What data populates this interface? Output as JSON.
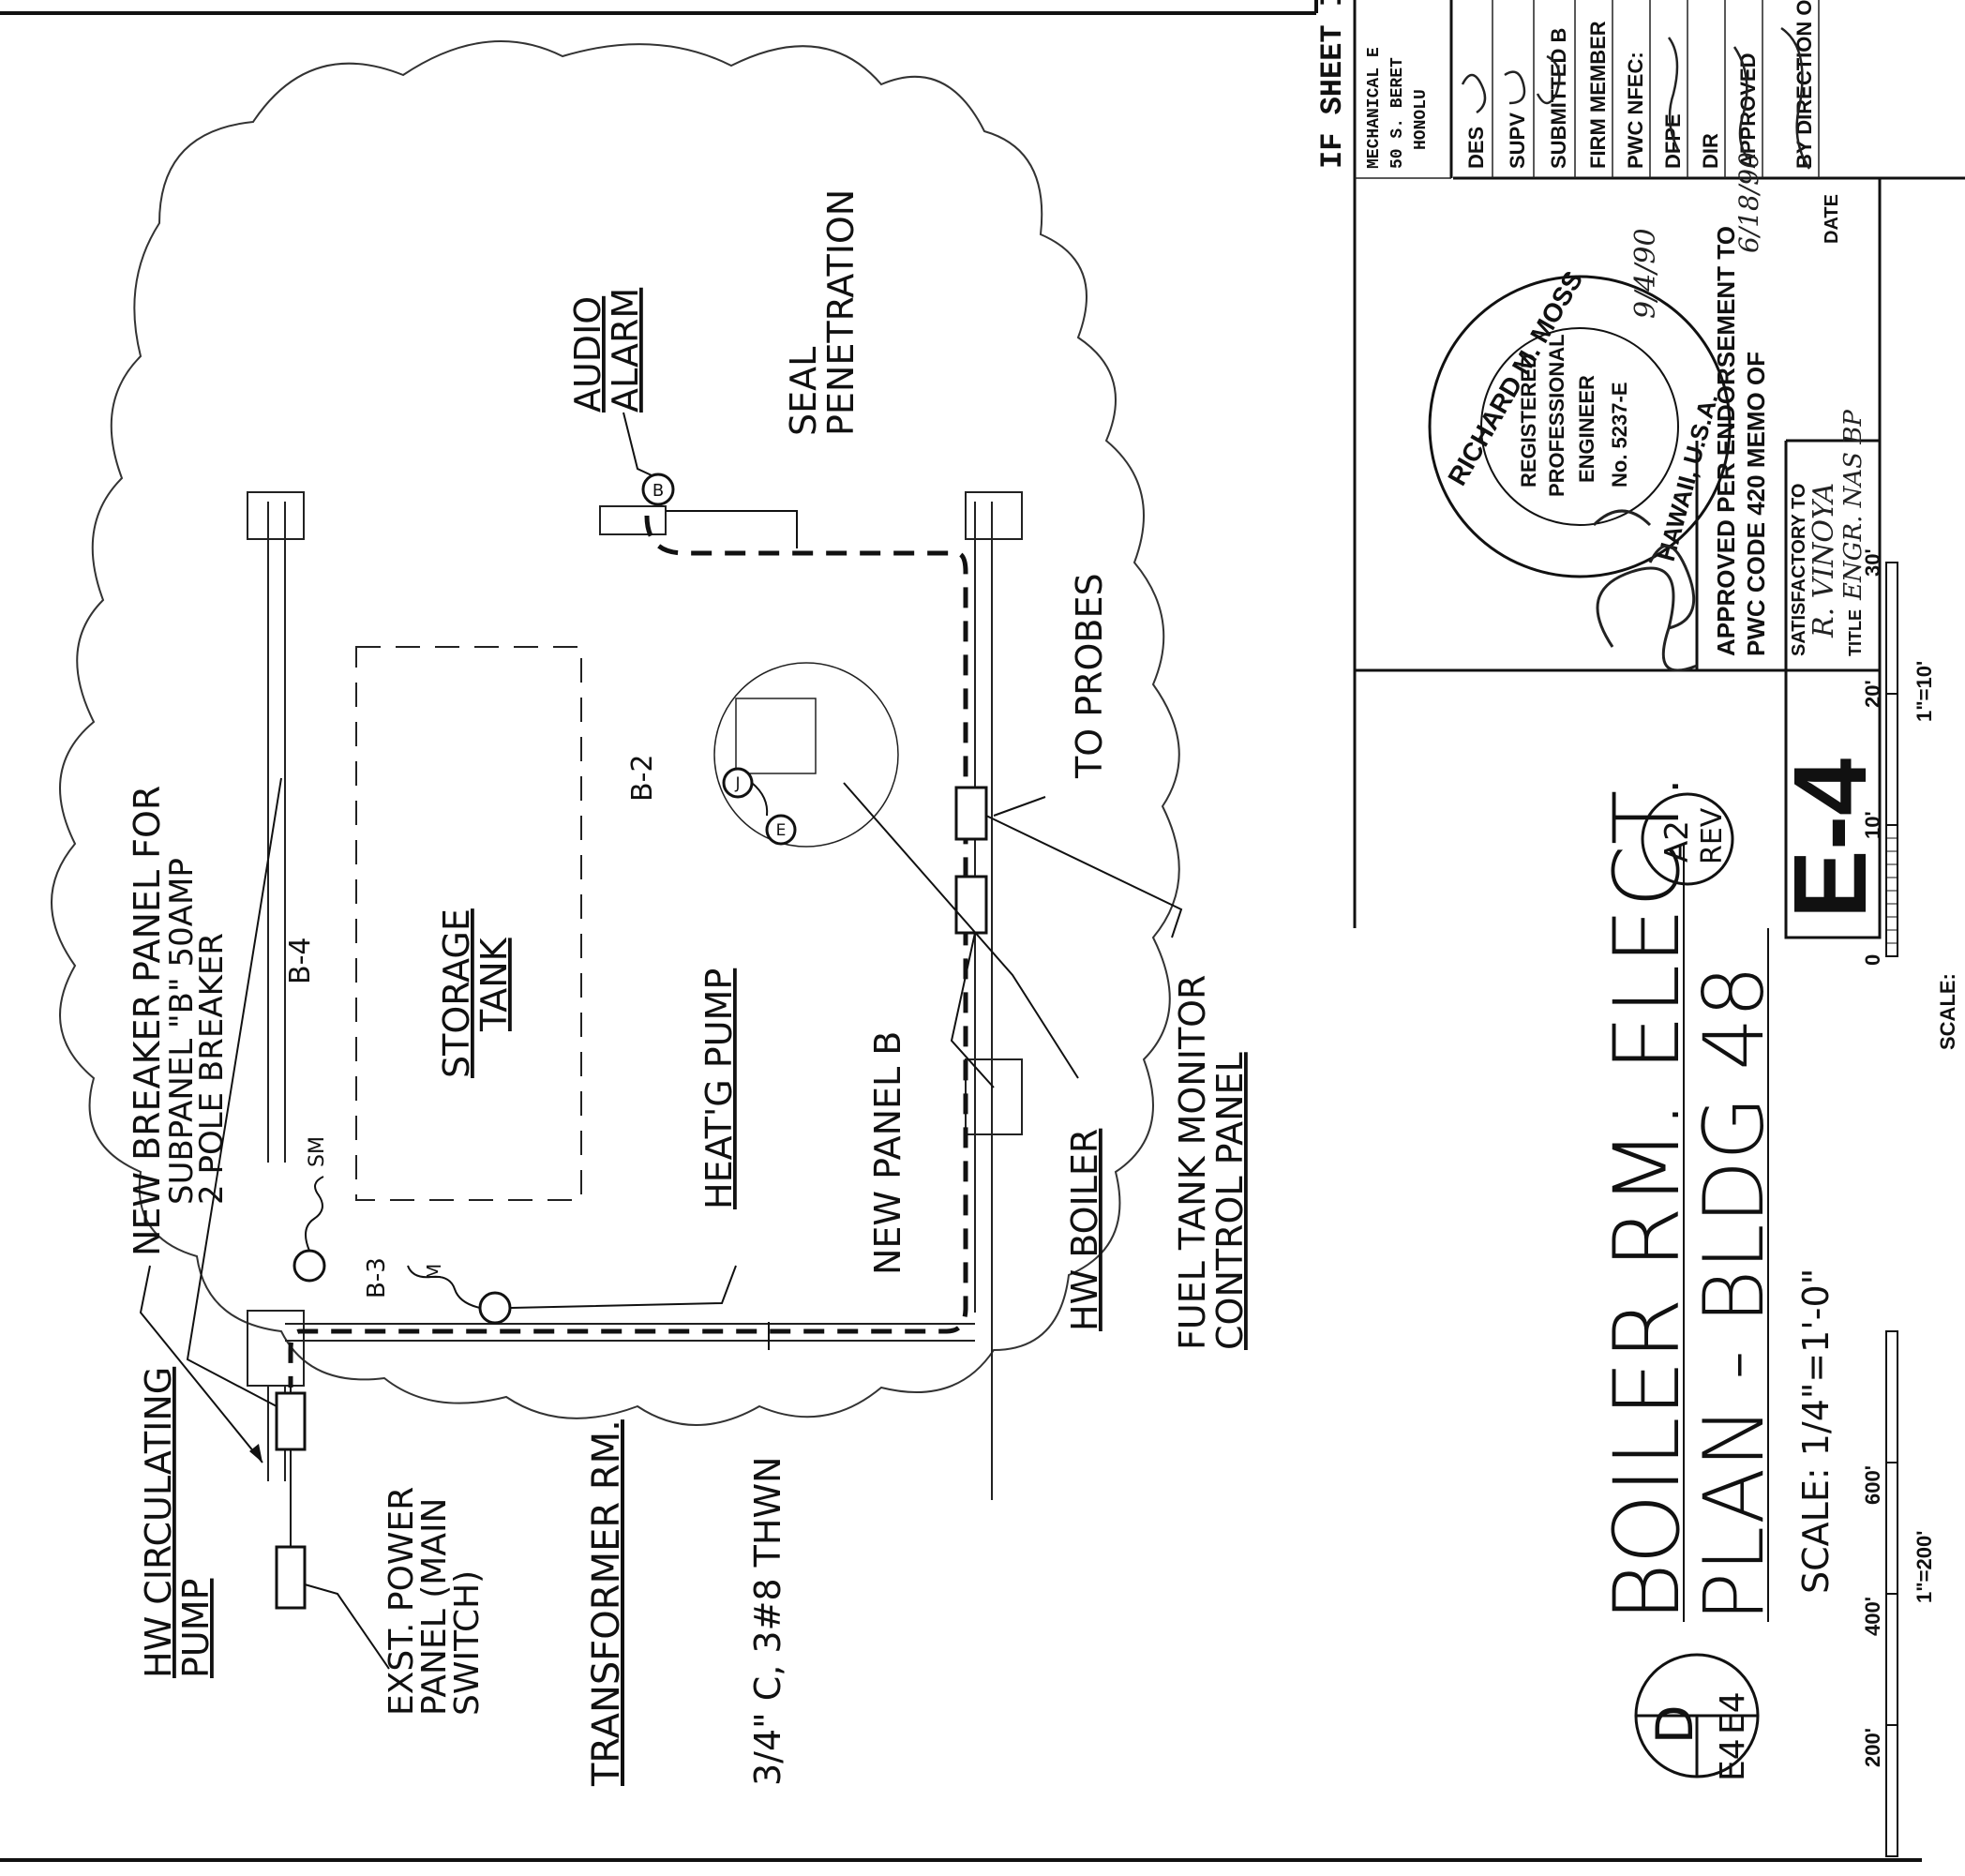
{
  "drawing": {
    "title_line1": "BOILER RM. ELECT.",
    "title_line2": "PLAN - BLDG 48",
    "scale_note": "SCALE: 1/4\"=1'-0\"",
    "detail_letter": "D",
    "detail_sheet_left": "E4",
    "detail_sheet_right": "E4",
    "revision_line1": "A2",
    "revision_line2": "REV",
    "sheet_number": "E-4"
  },
  "labels": {
    "new_breaker_panel_1": "NEW BREAKER PANEL FOR",
    "new_breaker_panel_2": "SUBPANEL \"B\" 50AMP",
    "new_breaker_panel_3": "2 POLE BREAKER",
    "b4": "B-4",
    "storage_tank_1": "STORAGE",
    "storage_tank_2": "TANK",
    "heatg_pump": "HEAT'G PUMP",
    "new_panel_b": "NEW PANEL B",
    "hw_boiler": "HW BOILER",
    "fuel_tank_1": "FUEL TANK MONITOR",
    "fuel_tank_2": "CONTROL PANEL",
    "to_probes": "TO PROBES",
    "b2": "B-2",
    "audio_alarm_1": "AUDIO",
    "audio_alarm_2": "ALARM",
    "seal_penetration_1": "SEAL",
    "seal_penetration_2": "PENETRATION",
    "hw_circ_1": "HW CIRCULATING",
    "hw_circ_2": "PUMP",
    "exst_power_1": "EXST. POWER",
    "exst_power_2": "PANEL (MAIN",
    "exst_power_3": "SWITCH)",
    "transformer_rm": "TRANSFORMER RM.",
    "conduit": "3/4\" C, 3#8 THWN",
    "b3": "B-3",
    "sm_label": "SM",
    "m_label": "M",
    "symbol_b": "B",
    "symbol_e": "E",
    "symbol_j": "J"
  },
  "title_block": {
    "if_sheet": "IF SHEET IS",
    "firm_line1": "MECHANICAL E",
    "firm_line2": "50 S. BERET",
    "firm_line3": "HONOLU",
    "des": "DES",
    "supv": "SUPV",
    "submitted": "SUBMITTED B",
    "firm_member": "FIRM MEMBER",
    "pwc_nfec": "PWC NFEC:",
    "dfpe": "DFPE",
    "dir": "DIR",
    "approved": "APPROVED",
    "by_direction": "BY DIRECTION O",
    "stamp_name": "RICHARD M. MOSS",
    "stamp_reg_1": "REGISTERED",
    "stamp_reg_2": "PROFESSIONAL",
    "stamp_reg_3": "ENGINEER",
    "stamp_no": "No. 5237-E",
    "stamp_state": "HAWAII, U.S.A.",
    "stamp_date": "9/4/90",
    "approved_per_1": "APPROVED PER ENDORSEMENT TO",
    "approved_per_2": "PWC CODE 420 MEMO OF",
    "approved_date": "6/18/90",
    "date_label": "DATE",
    "satisfactory_to": "SATISFACTORY TO",
    "satisfactory_name": "R. VINOYA",
    "title_label": "TITLE",
    "title_value": "ENGR. NAS BP"
  },
  "scales": {
    "scale_label": "SCALE:",
    "fine_ticks": [
      "0",
      "10'",
      "20'",
      "30'"
    ],
    "fine_ratio": "1\"=10'",
    "coarse_ticks": [
      "200'",
      "400'",
      "600'"
    ],
    "coarse_ratio": "1\"=200'"
  }
}
